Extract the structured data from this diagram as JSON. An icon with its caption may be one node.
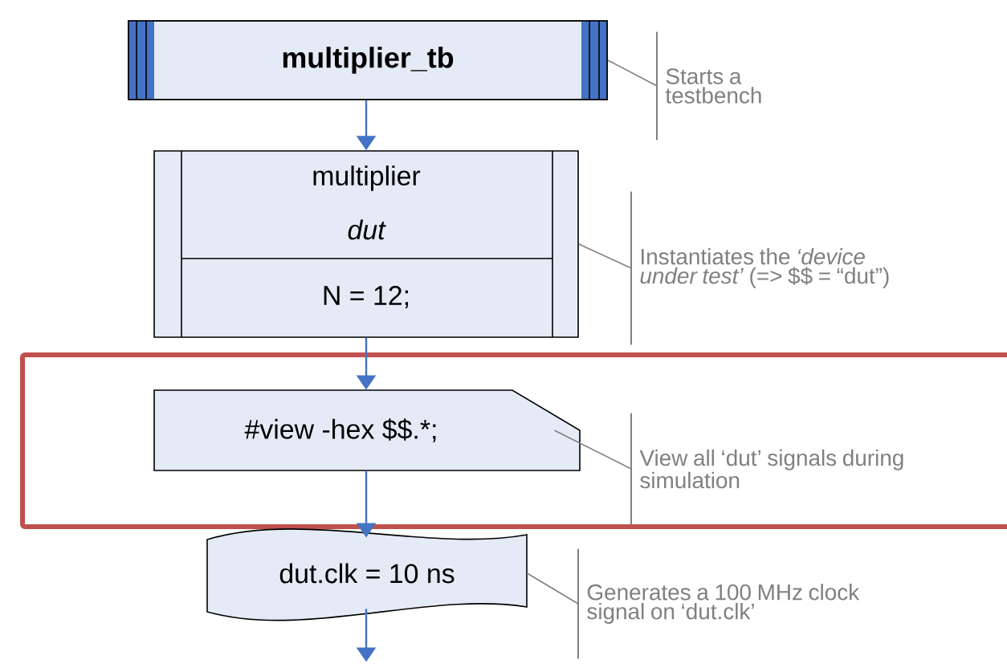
{
  "diagram": {
    "nodes": [
      {
        "text": [
          "multiplier_tb"
        ]
      },
      {
        "text": [
          "multiplier",
          "dut",
          "N = 12;"
        ]
      },
      {
        "text": [
          "#view -hex $$.*;"
        ]
      },
      {
        "text": [
          "dut.clk = 10 ns"
        ]
      },
      {
        "text": [
          "Starts a testbench"
        ]
      },
      {
        "text": [
          "Instantiates the *‘device under test’* (=> $$ = “dut”)"
        ]
      },
      {
        "text": [
          "View all ‘dut’ signals during simulation"
        ]
      },
      {
        "text": [
          "Generates a 100 MHz clock signal on ‘dut.clk’"
        ]
      }
    ],
    "edges": [
      {
        "from": 0,
        "to": 1,
        "arrow": "to"
      },
      {
        "from": 1,
        "to": 2,
        "arrow": "to"
      },
      {
        "from": 2,
        "to": 3,
        "arrow": "to"
      },
      {
        "from": 3,
        "to": null,
        "arrow": "to"
      },
      {
        "from": 4,
        "to": 0,
        "arrow": "none",
        "color": "#808080"
      },
      {
        "from": 5,
        "to": 1,
        "arrow": "none",
        "color": "#808080"
      },
      {
        "from": 6,
        "to": 2,
        "arrow": "none",
        "color": "#808080"
      },
      {
        "from": 7,
        "to": 3,
        "arrow": "none",
        "color": "#808080"
      }
    ]
  }
}
